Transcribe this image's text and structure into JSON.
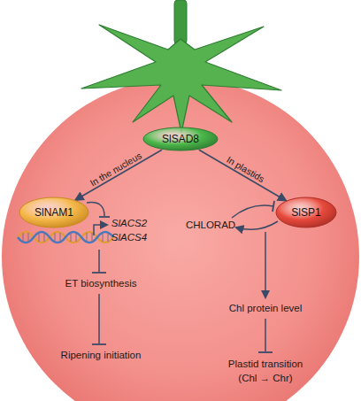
{
  "diagram": {
    "nodes": [
      {
        "text": [
          "SlSAD8"
        ]
      },
      {
        "text": [
          "SlNAM1"
        ]
      },
      {
        "text": [
          "SlSP1"
        ]
      }
    ],
    "edges": [
      {
        "from": 0,
        "to": 1,
        "arrow": "to",
        "label": "In the nucleus"
      },
      {
        "from": 0,
        "to": 2,
        "arrow": "to",
        "label": "In plastids"
      }
    ],
    "labels": [
      "SlACS2",
      "SlACS4",
      "CHLORAD",
      "ET biosynthesis",
      "Ripening initiation",
      "Chl protein level",
      "Plastid transition",
      "(Chl → Chr)"
    ]
  }
}
